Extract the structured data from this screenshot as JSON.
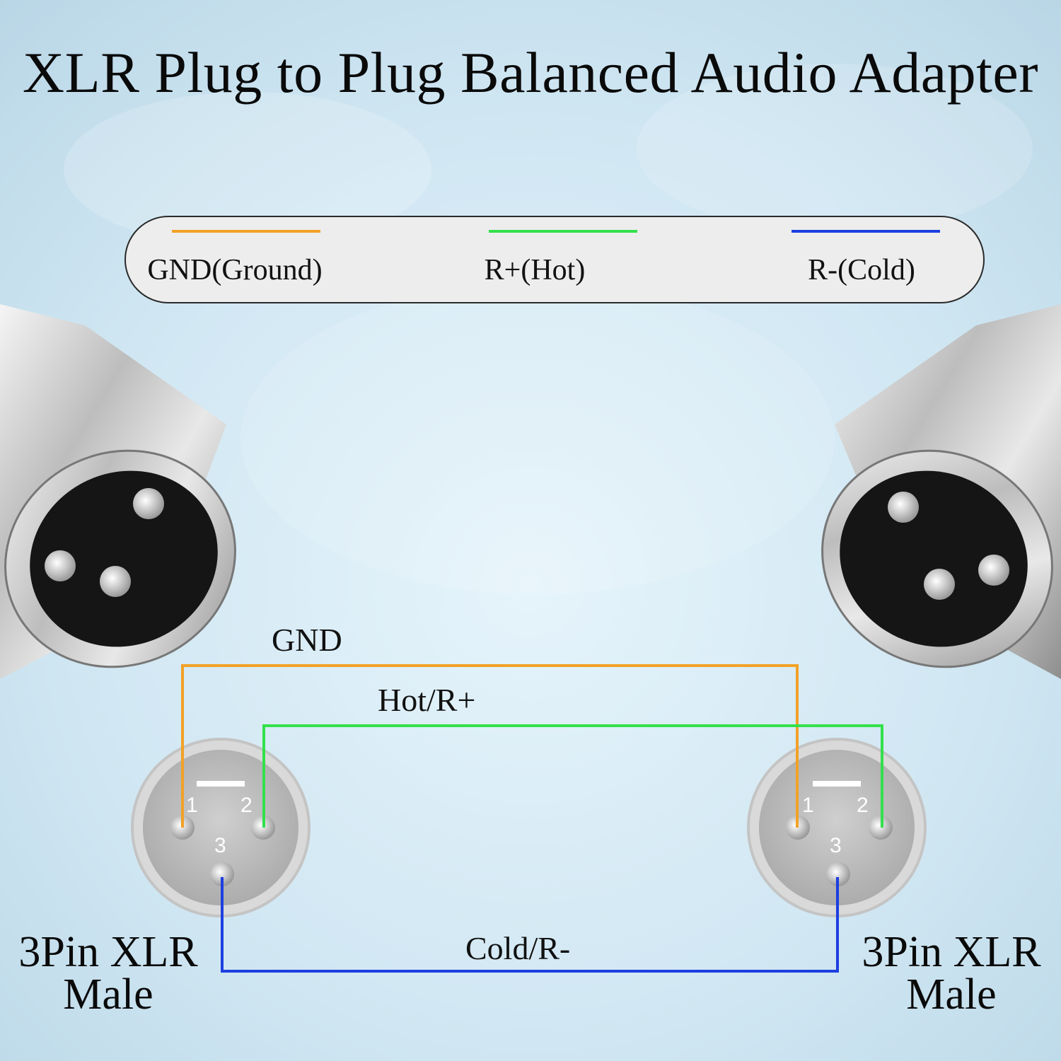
{
  "title": "XLR Plug to Plug Balanced Audio Adapter",
  "legend": [
    {
      "label": "GND(Ground)",
      "color": "#f2a126"
    },
    {
      "label": "R+(Hot)",
      "color": "#33e04c"
    },
    {
      "label": "R-(Cold)",
      "color": "#1d3fe0"
    }
  ],
  "wires": {
    "gnd": "GND",
    "hot": "Hot/R+",
    "cold": "Cold/R-"
  },
  "connectors": {
    "left": {
      "line1": "3Pin XLR",
      "line2": "Male"
    },
    "right": {
      "line1": "3Pin XLR",
      "line2": "Male"
    }
  },
  "pins": {
    "p1": "1",
    "p2": "2",
    "p3": "3"
  },
  "colors": {
    "gnd": "#f2a126",
    "hot": "#33e04c",
    "cold": "#1d3fe0",
    "background": "#cfe6f2"
  }
}
